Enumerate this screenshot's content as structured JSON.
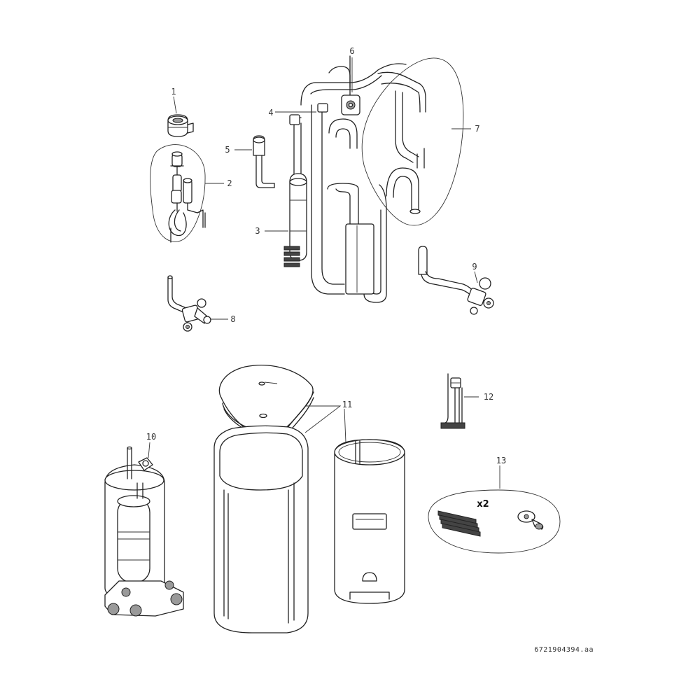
{
  "diagram": {
    "callouts": [
      {
        "id": "1",
        "label": "1"
      },
      {
        "id": "2",
        "label": "2"
      },
      {
        "id": "3",
        "label": "3"
      },
      {
        "id": "4",
        "label": "4"
      },
      {
        "id": "5",
        "label": "5"
      },
      {
        "id": "6",
        "label": "6"
      },
      {
        "id": "7",
        "label": "7"
      },
      {
        "id": "8",
        "label": "8"
      },
      {
        "id": "9",
        "label": "9"
      },
      {
        "id": "10",
        "label": "10"
      },
      {
        "id": "11",
        "label": "11"
      },
      {
        "id": "12",
        "label": "12"
      },
      {
        "id": "13",
        "label": "13"
      }
    ],
    "quantity_label": "x2",
    "drawing_code": "6721904394.aa"
  }
}
